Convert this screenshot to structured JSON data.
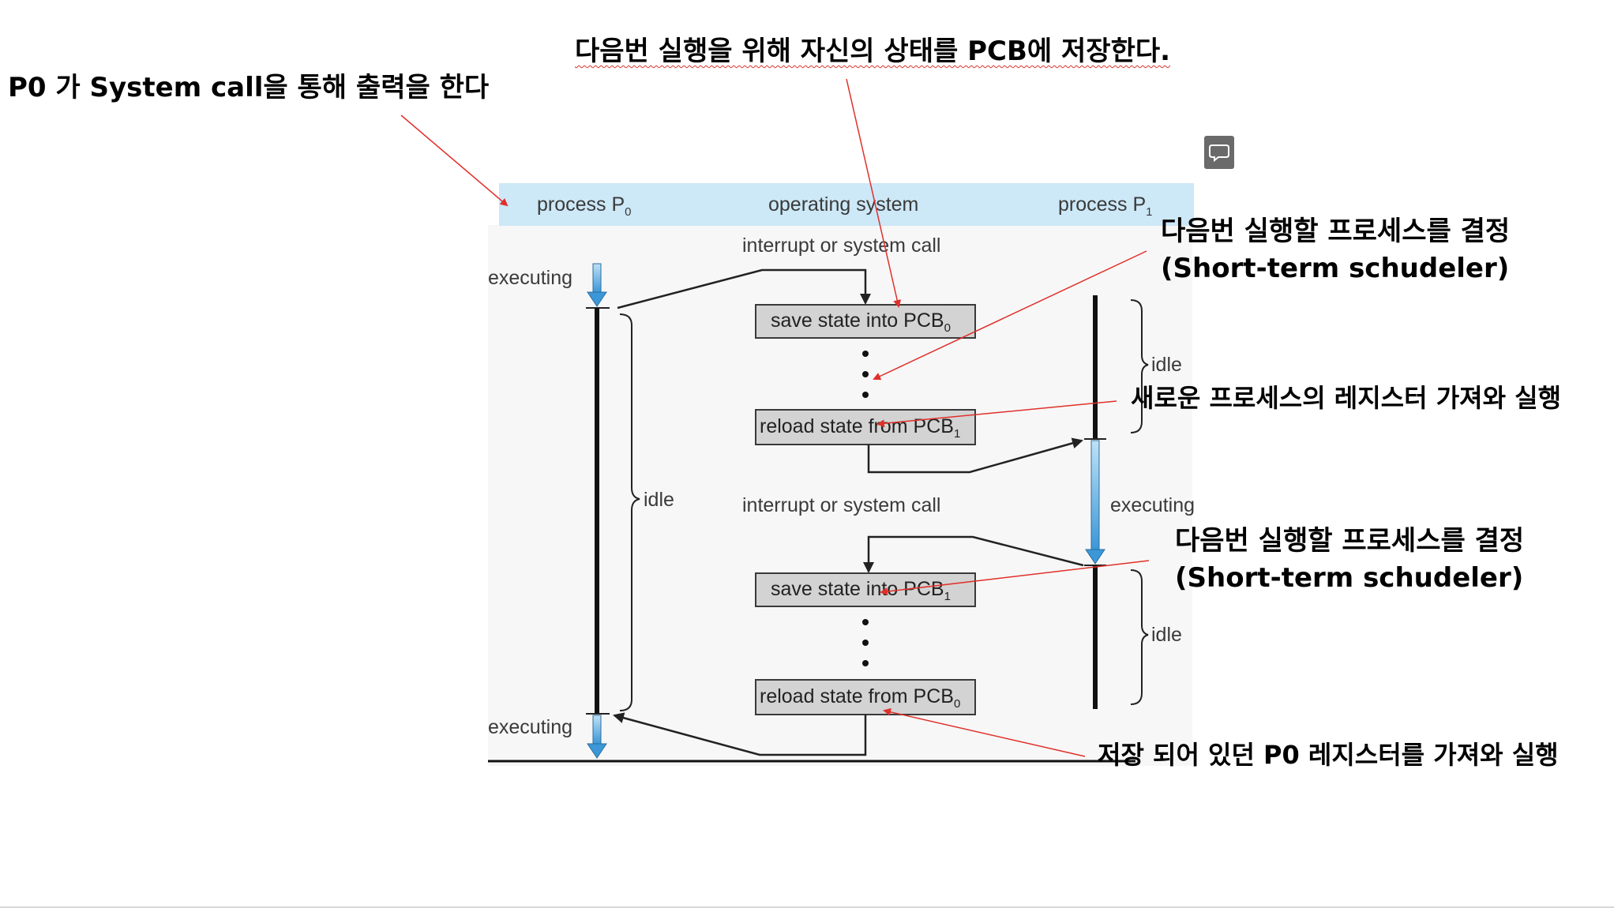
{
  "annotations": {
    "p0_syscall": "P0 가 System call을 통해 출력을 한다",
    "save_state": "다음번 실행을 위해 자신의 상태를 PCB에 저장한다.",
    "decide_next_1_line1": "다음번 실행할 프로세스를 결정",
    "decide_next_1_line2": "(Short-term schudeler)",
    "load_new_registers": "새로운 프로세스의 레지스터 가져와 실행",
    "decide_next_2_line1": "다음번 실행할 프로세스를 결정",
    "decide_next_2_line2": "(Short-term schudeler)",
    "load_p0_registers": "저장 되어 있던 P0 레지스터를 가져와 실행"
  },
  "figure": {
    "header": {
      "process_p0": "process P",
      "process_p0_sub": "0",
      "operating_system": "operating system",
      "process_p1": "process P",
      "process_p1_sub": "1"
    },
    "interrupt_1": "interrupt or system call",
    "interrupt_2": "interrupt or system call",
    "executing_p0_top": "executing",
    "executing_p0_bottom": "executing",
    "executing_p1": "executing",
    "idle_p0": "idle",
    "idle_p1_top": "idle",
    "idle_p1_bottom": "idle",
    "box_save_pcb0": "save state into PCB",
    "box_save_pcb0_sub": "0",
    "box_reload_pcb1": "reload state from PCB",
    "box_reload_pcb1_sub": "1",
    "box_save_pcb1": "save state into PCB",
    "box_save_pcb1_sub": "1",
    "box_reload_pcb0": "reload state from PCB",
    "box_reload_pcb0_sub": "0"
  },
  "colors": {
    "header_band": "#cde8f7",
    "annotation_arrow": "#e0302a",
    "execution_arrow": "#4aa3df",
    "box_fill": "#d3d3d3"
  },
  "icons": {
    "comment": "comment-icon"
  }
}
